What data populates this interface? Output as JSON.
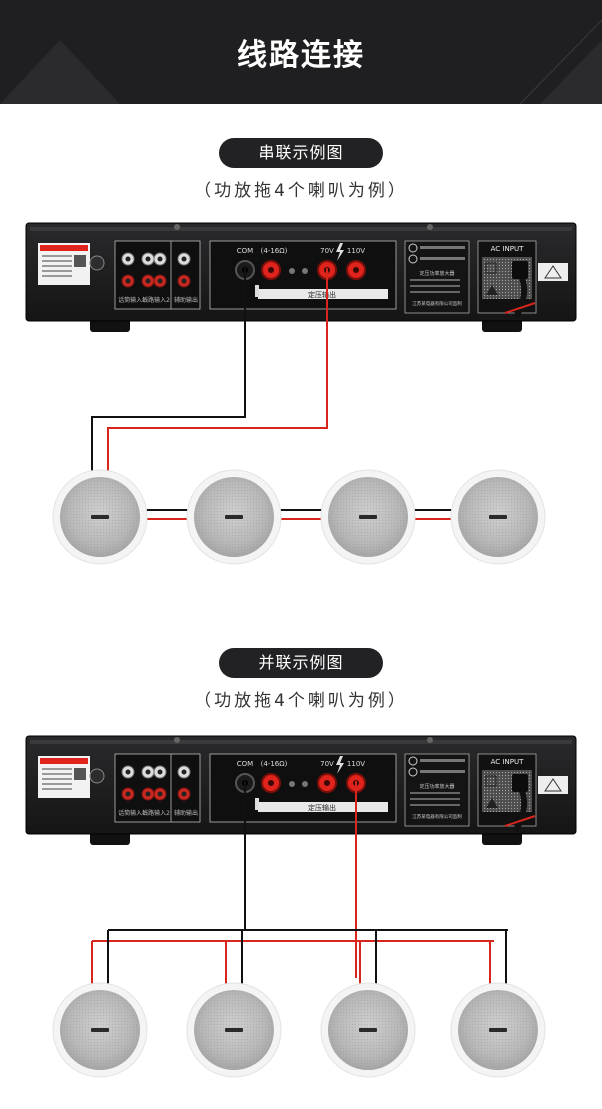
{
  "header": {
    "title": "线路连接"
  },
  "sections": [
    {
      "pill": "串联示例图",
      "subtitle": "（功放拖4个喇叭为例）",
      "wiring": "series",
      "speaker_count": 4
    },
    {
      "pill": "并联示例图",
      "subtitle": "（功放拖4个喇叭为例）",
      "wiring": "parallel",
      "speaker_count": 4
    }
  ],
  "amplifier": {
    "terminal_com": "COM",
    "terminal_ohm": "(4-16Ω)",
    "terminal_70v": "70V",
    "terminal_110v": "110V",
    "output_label": "定压输出",
    "ac_input": "AC INPUT",
    "rca_label_1": "话筒输入1",
    "rca_label_2": "线路输入2",
    "rca_label_3": "辅助输出",
    "nameplate_title": "定压功率放大器",
    "nameplate_company": "江苏某电器有限公司监制"
  },
  "colors": {
    "header_bg": "#1f1f21",
    "pill_bg": "#222224",
    "wire_black": "#111111",
    "wire_red": "#d9261c",
    "terminal_red": "#e0231c",
    "amp_body": "#1b1b1c"
  }
}
